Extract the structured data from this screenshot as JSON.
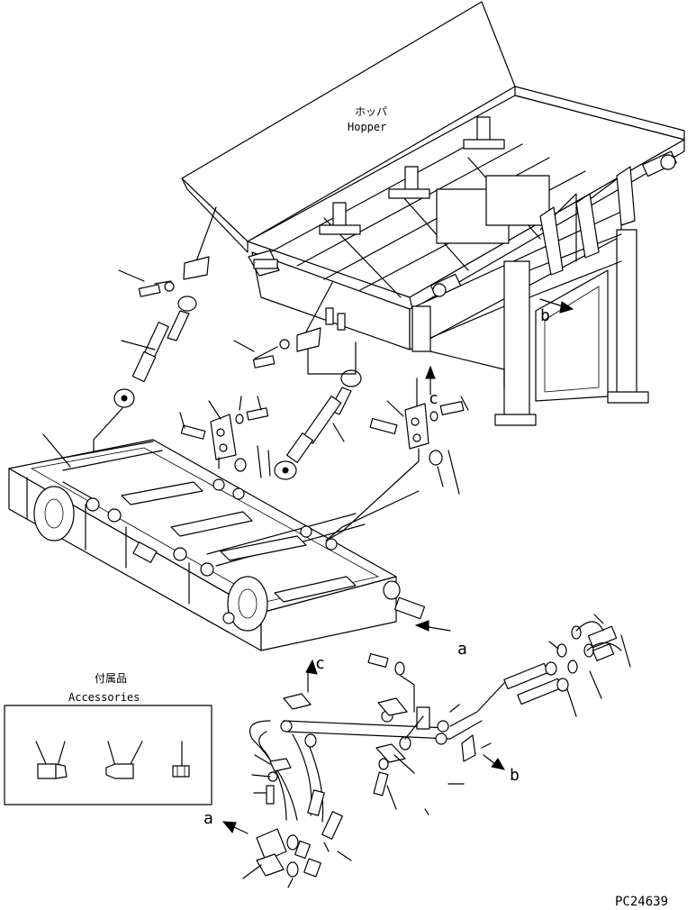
{
  "labels": {
    "hopper_jp": "ホッパ",
    "hopper_en": "Hopper",
    "accessories_jp": "付属品",
    "accessories_en": "Accessories",
    "callout_a1": "a",
    "callout_a2": "a",
    "callout_b1": "b",
    "callout_b2": "b",
    "callout_c1": "c",
    "callout_c2": "c",
    "drawing_number": "PC24639"
  }
}
